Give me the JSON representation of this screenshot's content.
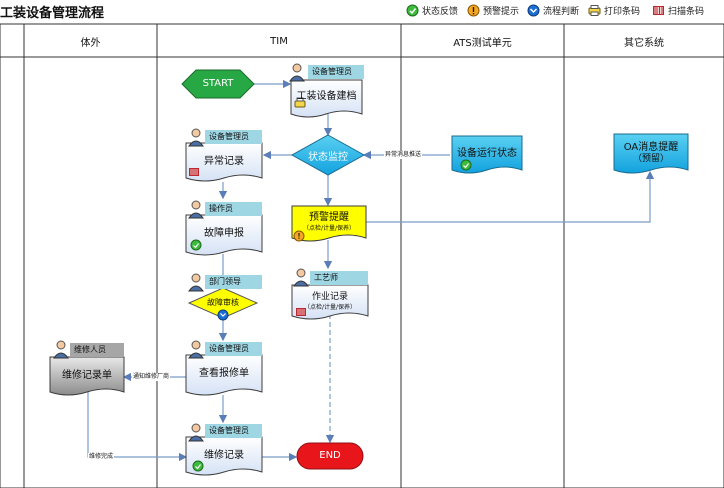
{
  "title": "工装设备管理流程",
  "legend": [
    {
      "label": "状态反馈",
      "icon": "status-feedback-icon"
    },
    {
      "label": "预警提示",
      "icon": "warning-icon"
    },
    {
      "label": "流程判断",
      "icon": "flow-judge-icon"
    },
    {
      "label": "打印条码",
      "icon": "print-barcode-icon"
    },
    {
      "label": "扫描条码",
      "icon": "scan-barcode-icon"
    }
  ],
  "lanes": [
    "体外",
    "TIM",
    "ATS测试单元",
    "其它系统"
  ],
  "nodes": {
    "start": "START",
    "end": "END",
    "build_file": {
      "role": "设备管理员",
      "label": "工装设备建档"
    },
    "status_monitor": {
      "label": "状态监控"
    },
    "abnormal_record": {
      "role": "设备管理员",
      "label": "异常记录"
    },
    "fault_report": {
      "role": "操作员",
      "label": "故障申报"
    },
    "fault_review": {
      "role": "部门领导",
      "label": "故障审核"
    },
    "check_repair": {
      "role": "设备管理员",
      "label": "查看报修单"
    },
    "repair_record": {
      "role": "设备管理员",
      "label": "维修记录"
    },
    "warning_alert": {
      "label": "预警提醒",
      "sub": "（点检/计量/保养）"
    },
    "work_record": {
      "role": "工艺师",
      "label": "作业记录",
      "sub": "（点检/计量/保养）"
    },
    "device_status": {
      "label": "设备运行状态"
    },
    "oa_message": {
      "label": "OA消息提醒",
      "sub": "（预留）"
    },
    "repair_form": {
      "role": "维修人员",
      "label": "维修记录单"
    }
  },
  "edges": {
    "push_abnormal": "异常消息推送",
    "notify_vendor": "通知维修厂商",
    "repair_done": "维修完成"
  },
  "colors": {
    "start_fill": "#27a844",
    "end_fill": "#e8151b",
    "doc_fill": "#dfe9f7",
    "monitor_fill": "#16a9e6",
    "warn_fill": "#ffff00",
    "role_fill": "#9fd6e3",
    "line": "#7a9cc7"
  }
}
